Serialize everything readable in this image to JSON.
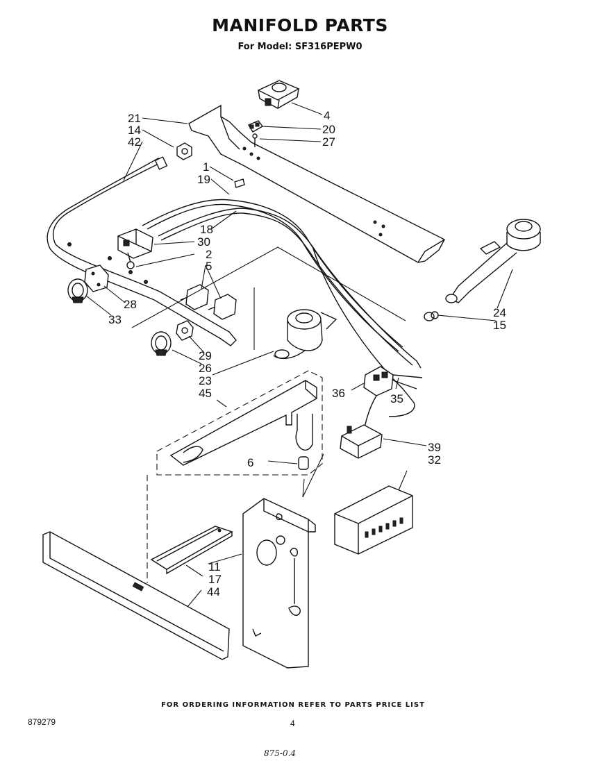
{
  "title": "MANIFOLD PARTS",
  "subtitle": "For Model: SF316PEPW0",
  "footer_note": "FOR ORDERING INFORMATION REFER TO PARTS PRICE LIST",
  "doc_number": "879279",
  "page_number": "4",
  "handwritten_note": "875-0.4",
  "callouts": {
    "c21": "21",
    "c14": "14",
    "c42": "42",
    "c4": "4",
    "c20": "20",
    "c27": "27",
    "c1": "1",
    "c19": "19",
    "c18": "18",
    "c30": "30",
    "c2": "2",
    "c5": "5",
    "c28": "28",
    "c33": "33",
    "c24": "24",
    "c15": "15",
    "c29": "29",
    "c26": "26",
    "c23": "23",
    "c45": "45",
    "c36": "36",
    "c35": "35",
    "c39": "39",
    "c32": "32",
    "c6": "6",
    "c11": "11",
    "c17": "17",
    "c44": "44"
  }
}
